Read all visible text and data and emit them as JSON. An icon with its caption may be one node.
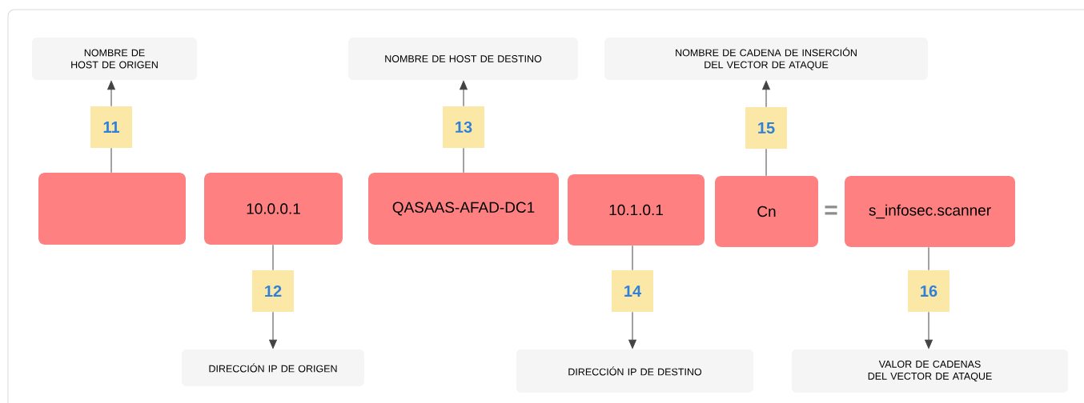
{
  "diagram": {
    "nodes": [
      {
        "text": [],
        "shape": "box"
      },
      {
        "text": [
          "10.0.0.1"
        ]
      },
      {
        "text": [
          "QASAAS-AFAD-DC1"
        ]
      },
      {
        "text": [
          "10.1.0.1"
        ]
      },
      {
        "text": [
          "Cn"
        ]
      },
      {
        "text": [
          "s_infosec.scanner"
        ]
      },
      {
        "text": [
          "NOMBRE DE HOST DE ORIGEN"
        ]
      },
      {
        "text": [
          "NOMBRE DE HOST DE DESTINO"
        ]
      },
      {
        "text": [
          "NOMBRE DE CADENA DE INSERCIÓN DEL VECTOR DE ATAQUE"
        ]
      },
      {
        "text": [
          "DIRECCIÓN IP DE ORIGEN"
        ]
      },
      {
        "text": [
          "DIRECCIÓN IP DE DESTINO"
        ]
      },
      {
        "text": [
          "VALOR DE CADENAS DEL VECTOR DE ATAQUE"
        ]
      },
      {
        "text": [
          "11"
        ]
      },
      {
        "text": [
          "13"
        ]
      },
      {
        "text": [
          "15"
        ]
      },
      {
        "text": [
          "12"
        ]
      },
      {
        "text": [
          "14"
        ]
      },
      {
        "text": [
          "16"
        ]
      }
    ],
    "edges": [
      {
        "from": 0,
        "to": 12,
        "arrow": "none"
      },
      {
        "from": 12,
        "to": 6,
        "arrow": "to"
      },
      {
        "from": 2,
        "to": 13,
        "arrow": "none"
      },
      {
        "from": 13,
        "to": 7,
        "arrow": "to"
      },
      {
        "from": 4,
        "to": 14,
        "arrow": "none"
      },
      {
        "from": 14,
        "to": 8,
        "arrow": "to"
      },
      {
        "from": 1,
        "to": 15,
        "arrow": "none"
      },
      {
        "from": 15,
        "to": 9,
        "arrow": "to"
      },
      {
        "from": 3,
        "to": 16,
        "arrow": "none"
      },
      {
        "from": 16,
        "to": 10,
        "arrow": "to"
      },
      {
        "from": 5,
        "to": 17,
        "arrow": "none"
      },
      {
        "from": 17,
        "to": 11,
        "arrow": "to"
      }
    ],
    "labels": [
      "="
    ]
  }
}
